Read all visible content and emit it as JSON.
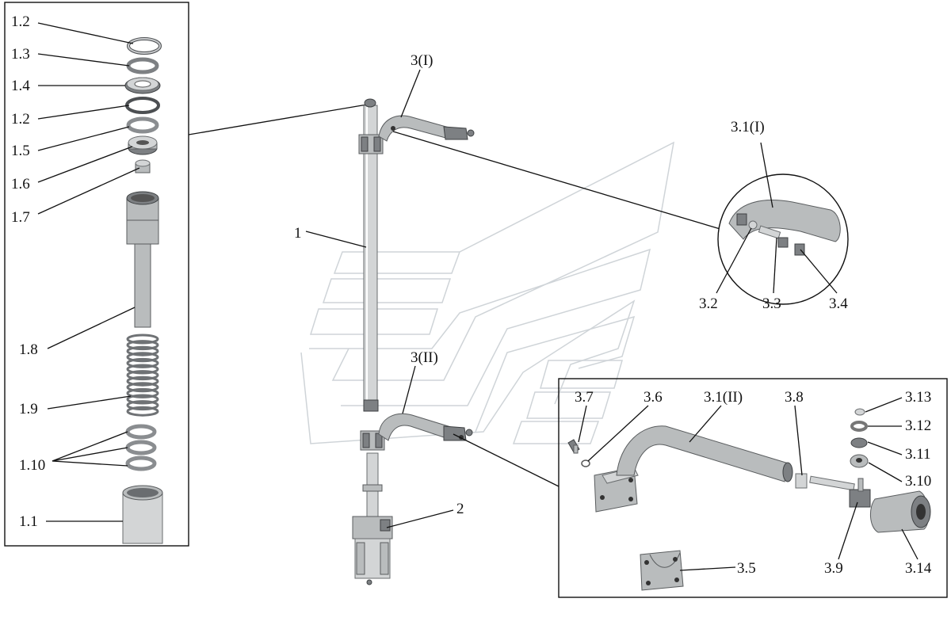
{
  "labels": {
    "l_1_2a": "1.2",
    "l_1_3": "1.3",
    "l_1_4": "1.4",
    "l_1_2b": "1.2",
    "l_1_5": "1.5",
    "l_1_6": "1.6",
    "l_1_7": "1.7",
    "l_1_8": "1.8",
    "l_1_9": "1.9",
    "l_1_10": "1.10",
    "l_1_1": "1.1",
    "l_3_I": "3(I)",
    "l_3_II": "3(II)",
    "l_1": "1",
    "l_2": "2",
    "l_3_1_I": "3.1(I)",
    "l_3_2": "3.2",
    "l_3_3": "3.3",
    "l_3_4": "3.4",
    "l_3_7": "3.7",
    "l_3_6": "3.6",
    "l_3_1_II": "3.1(II)",
    "l_3_8": "3.8",
    "l_3_13": "3.13",
    "l_3_12": "3.12",
    "l_3_11": "3.11",
    "l_3_10": "3.10",
    "l_3_9": "3.9",
    "l_3_14": "3.14",
    "l_3_5": "3.5"
  },
  "colors": {
    "part_fill": "#b9bcbd",
    "part_light": "#d3d5d6",
    "part_dark": "#7d8083",
    "watermark": "#cfd4d8",
    "line": "#111111"
  }
}
